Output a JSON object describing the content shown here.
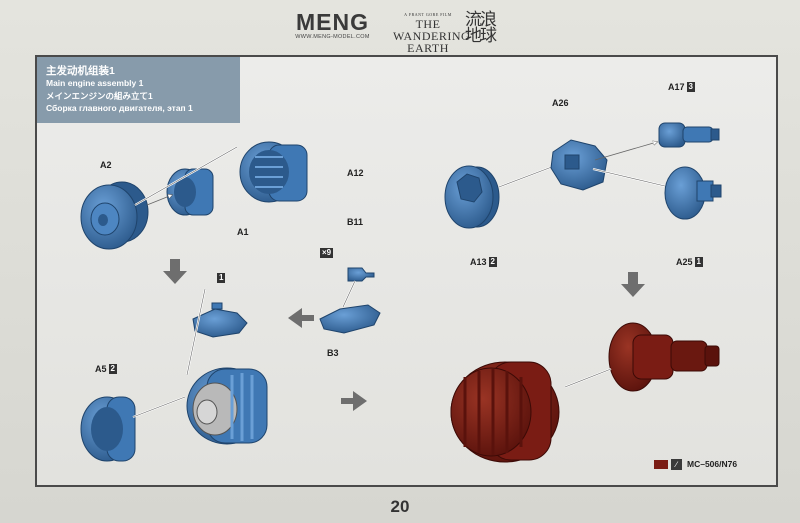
{
  "header": {
    "meng_logo": "MENG",
    "meng_url": "WWW.MENG-MODEL.COM",
    "film_small": "A FRANT GORE FILM",
    "film_title_line1": "THE WANDERING",
    "film_title_line2": "EARTH",
    "film_title_chinese": "流浪地球"
  },
  "step_title": {
    "chinese": "主发动机组装1",
    "english": "Main engine assembly 1",
    "japanese": "メインエンジンの組み立て1",
    "russian": "Сборка главного двигателя, этап 1"
  },
  "labels": {
    "a2": "A2",
    "a12": "A12",
    "a1": "A1",
    "b11": "B11",
    "x9": "×9",
    "b3": "B3",
    "a5": "A5",
    "a5_tag": "2",
    "part1_tag": "1",
    "a26": "A26",
    "a17": "A17",
    "a17_tag": "3",
    "a13": "A13",
    "a13_tag": "2",
    "a25": "A25",
    "a25_tag": "1"
  },
  "paint_callout": {
    "color": "#7a1c14",
    "code": "MC–506/N76"
  },
  "colors": {
    "part_blue": "#3f78b4",
    "part_blue_dark": "#2c5a8c",
    "painted_red": "#7a1c14",
    "arrow_gray": "#6e6e6e"
  },
  "page_number": "20"
}
